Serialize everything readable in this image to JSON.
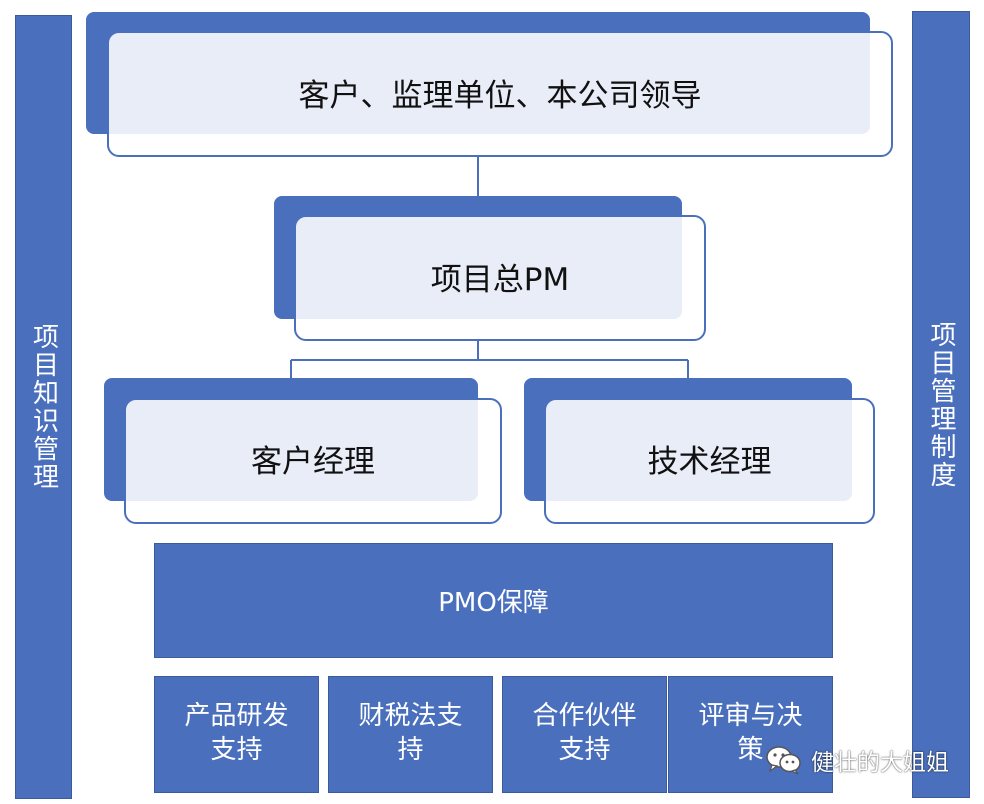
{
  "colors": {
    "primary_blue": "#4a6fbd",
    "border_blue": "#3b5b9e",
    "card_fill": "#f0f3fb",
    "text_dark": "#111111",
    "text_light": "#ffffff"
  },
  "side_bars": {
    "left": "项目知识管理",
    "right": "项目管理制度"
  },
  "hierarchy": {
    "top": "客户、监理单位、本公司领导",
    "pm": "项目总PM",
    "children": [
      "客户经理",
      "技术经理"
    ]
  },
  "pmo": "PMO保障",
  "support": [
    "产品研发支持",
    "财税法支持",
    "合作伙伴支持",
    "评审与决策"
  ],
  "watermark": {
    "icon": "wechat-icon",
    "text": "健壮的大姐姐"
  }
}
